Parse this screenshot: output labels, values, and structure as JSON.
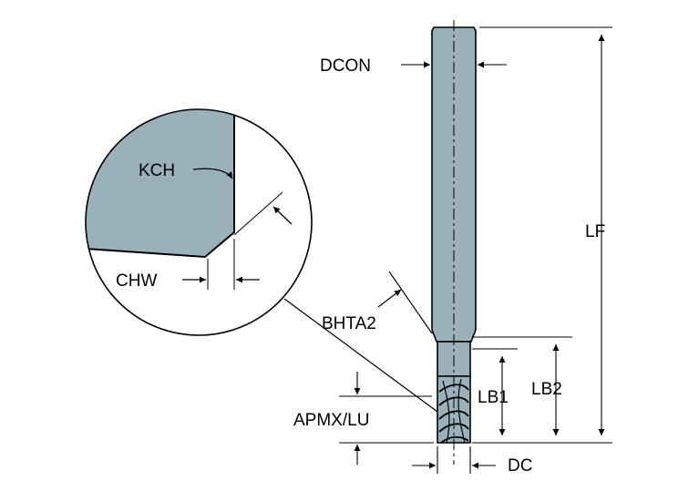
{
  "labels": {
    "dcon": "DCON",
    "kch": "KCH",
    "chw": "CHW",
    "bhta2": "BHTA2",
    "apmx_lu": "APMX/LU",
    "lb1": "LB1",
    "lb2": "LB2",
    "lf": "LF",
    "dc": "DC"
  },
  "colors": {
    "tool_fill": "#9ab1bc",
    "tool_stroke": "#000000",
    "dimension_line": "#000000",
    "background": "#ffffff"
  }
}
